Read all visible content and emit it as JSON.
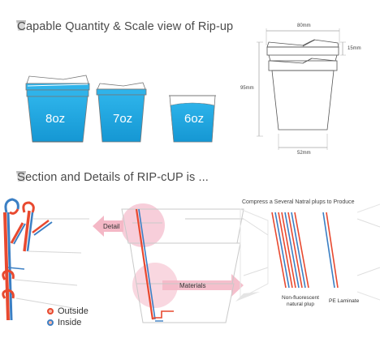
{
  "headings": {
    "capacity_first": "C",
    "capacity_rest": "apable Quantity & Scale view of Rip-up",
    "section_first": "S",
    "section_rest": "ection and Details of RIP-cUP is ..."
  },
  "cups": [
    {
      "label": "8oz"
    },
    {
      "label": "7oz"
    },
    {
      "label": "6oz"
    }
  ],
  "dimensions": {
    "top_width": "80mm",
    "rim_height": "15mm",
    "height": "95mm",
    "bottom_width": "52mm"
  },
  "section": {
    "detail_label": "Detail",
    "materials_label": "Materials",
    "compress_title": "Compress a Several Natral plups to Produce",
    "non_fluorescent": "Non-fluorescent natural plup",
    "pe_laminate": "PE Laminate"
  },
  "legend": {
    "outside": "Outside",
    "inside": "Inside"
  },
  "colors": {
    "water": "#1ea7e1",
    "outside": "#e8492f",
    "inside": "#3b7fc4",
    "pink": "#f6c6d3",
    "arrow": "#f4b8c6"
  }
}
